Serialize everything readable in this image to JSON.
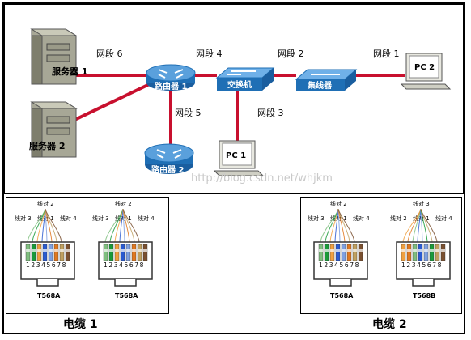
{
  "network": {
    "segments": {
      "seg1": "网段 1",
      "seg2": "网段 2",
      "seg3": "网段 3",
      "seg4": "网段 4",
      "seg5": "网段 5",
      "seg6": "网段 6"
    },
    "devices": {
      "server1": "服务器 1",
      "server2": "服务器 2",
      "router1": "路由器 1",
      "router2": "路由器 2",
      "switch": "交换机",
      "hub": "集线器",
      "pc1": "PC 1",
      "pc2": "PC 2"
    },
    "watermark": "http://blog.csdn.net/whjkm"
  },
  "cables": {
    "cable1": {
      "caption": "电缆  1",
      "left": {
        "standard": "T568A",
        "top_pair": "线对 2",
        "left_pair": "线对 3",
        "mid_pair": "线对 1",
        "right_pair": "线对 4",
        "pins": "12345678"
      },
      "right": {
        "standard": "T568A",
        "top_pair": "线对 2",
        "left_pair": "线对 3",
        "mid_pair": "线对 1",
        "right_pair": "线对 4",
        "pins": "12345678"
      }
    },
    "cable2": {
      "caption": "电缆  2",
      "left": {
        "standard": "T568A",
        "top_pair": "线对 2",
        "left_pair": "线对 3",
        "mid_pair": "线对 1",
        "right_pair": "线对 4",
        "pins": "12345678"
      },
      "right": {
        "standard": "T568B",
        "top_pair": "线对 3",
        "left_pair": "线对 2",
        "mid_pair": "线对 1",
        "right_pair": "线对 4",
        "pins": "12345678"
      }
    }
  },
  "colors": {
    "link": "#c8102e",
    "device_blue": "#1f6fb5",
    "server_gray": "#8f8f7e"
  }
}
